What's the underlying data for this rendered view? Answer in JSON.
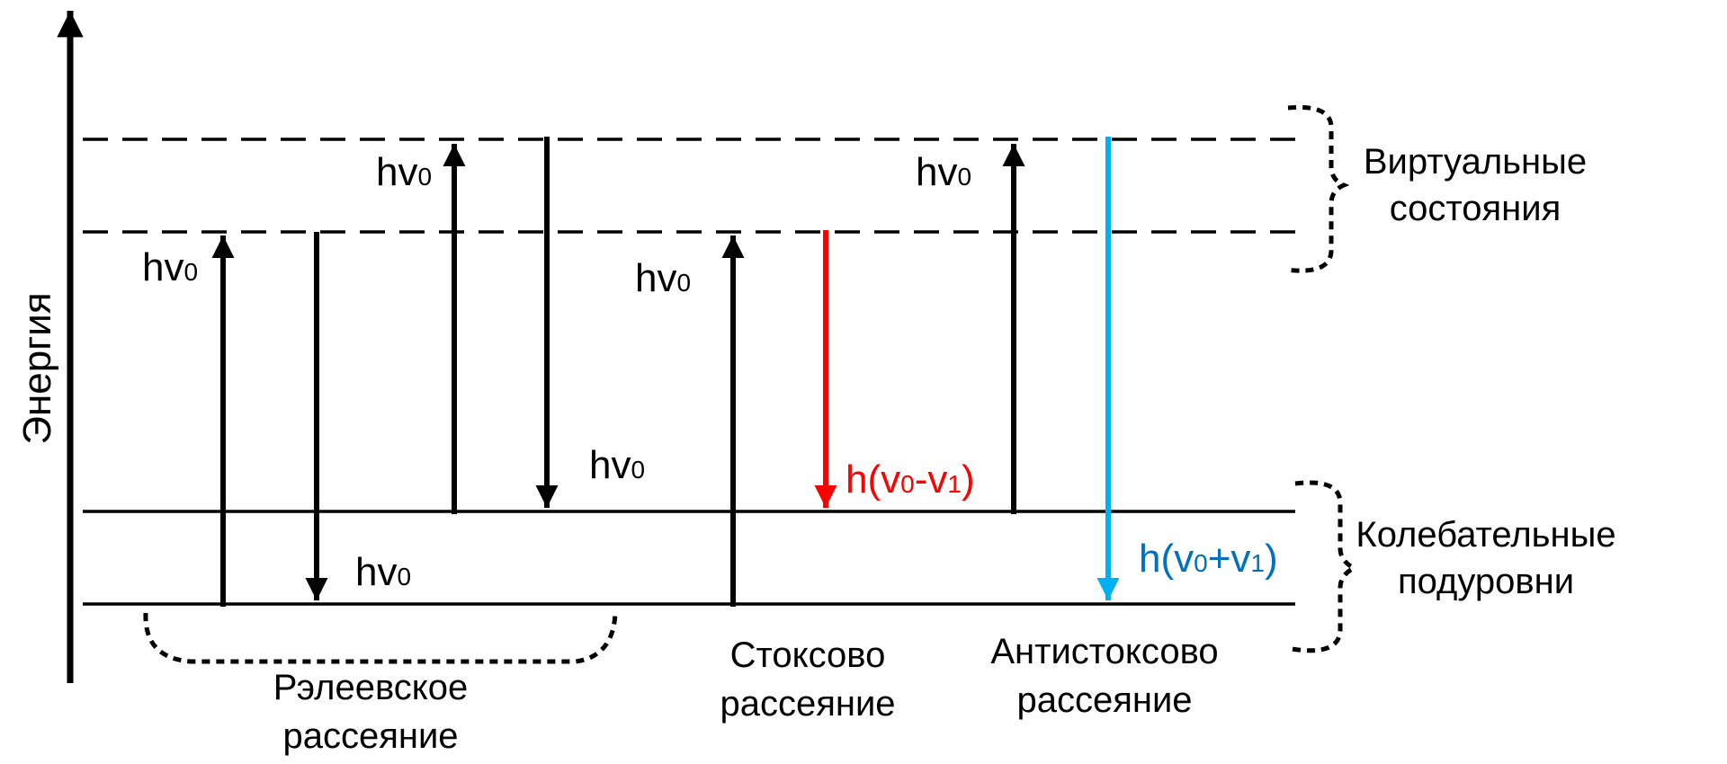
{
  "axis": {
    "label": "Энергия"
  },
  "levels": {
    "virtual_label_line1": "Виртуальные",
    "virtual_label_line2": "состояния",
    "vibrational_label_line1": "Колебательные",
    "vibrational_label_line2": "подуровни"
  },
  "photon": {
    "h": "hv",
    "zero": "0",
    "one": "1",
    "stokes_open": "h(v",
    "stokes_minus": "-v",
    "anti_plus": "+v",
    "close": ")"
  },
  "groups": {
    "rayleigh_line1": "Рэлеевское",
    "rayleigh_line2": "рассеяние",
    "stokes_line1": "Стоксово",
    "stokes_line2": "рассеяние",
    "anti_line1": "Антистоксово",
    "anti_line2": "рассеяние"
  },
  "colors": {
    "stroke": "#000000",
    "stokes": "#ff0000",
    "anti_stokes": "#00b0f0",
    "anti_stokes_text": "#0070c0"
  }
}
